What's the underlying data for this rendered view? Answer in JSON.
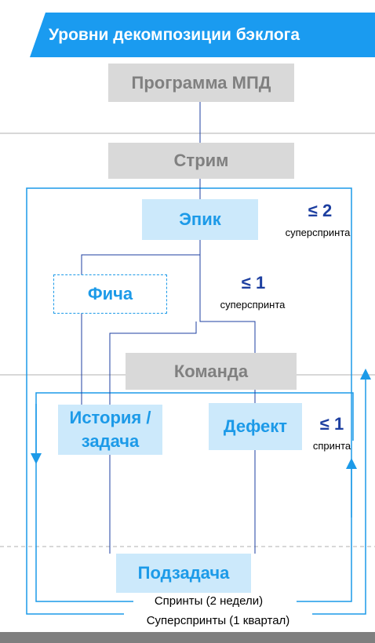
{
  "title": "Уровни декомпозиции бэклога",
  "boxes": {
    "program": "Программа МПД",
    "stream": "Стрим",
    "epic": "Эпик",
    "feature": "Фича",
    "team": "Команда",
    "story": "История /задача",
    "defect": "Дефект",
    "subtask": "Подзадача"
  },
  "labels": {
    "epic_limit": "≤ 2",
    "epic_unit": "суперспринта",
    "feature_limit": "≤ 1",
    "feature_unit": "суперспринта",
    "sprint_limit": "≤ 1",
    "sprint_unit": "спринта"
  },
  "legend": {
    "sprints": "Спринты (2 недели)",
    "supersprints": "Суперспринты (1 квартал)"
  },
  "colors": {
    "banner": "#1a9bf0",
    "accent": "#1c9ae8",
    "navy": "#1d3fa0",
    "grey_box": "#d9d9d9"
  }
}
